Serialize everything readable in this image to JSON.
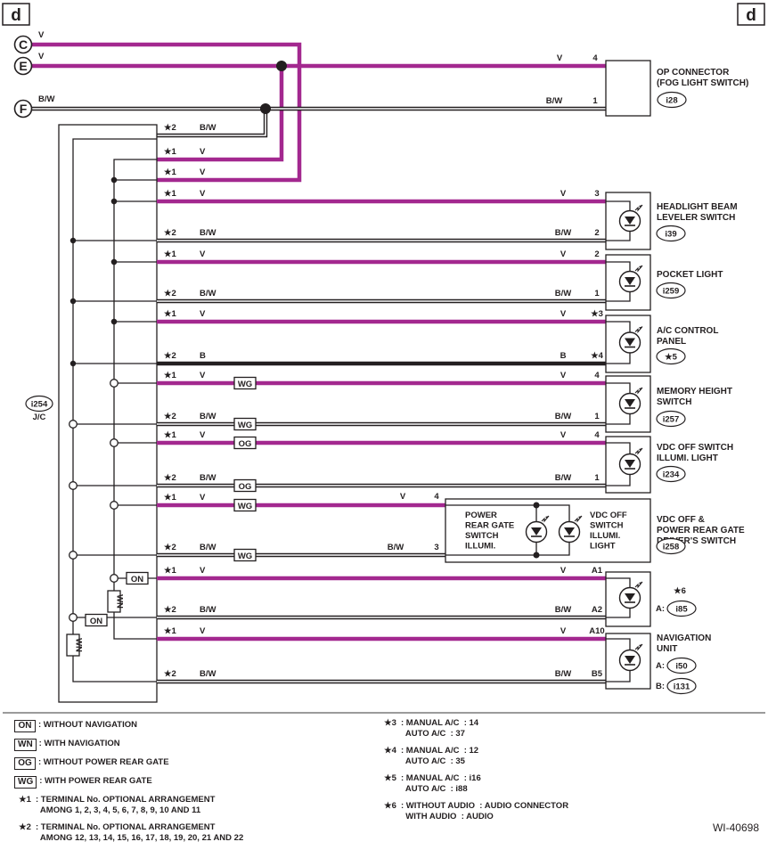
{
  "page_markers": {
    "left": "d",
    "right": "d"
  },
  "inputs": [
    {
      "id": "C",
      "wire": "V"
    },
    {
      "id": "E",
      "wire": "V"
    },
    {
      "id": "F",
      "wire": "B/W"
    }
  ],
  "junction": {
    "connector": "i254",
    "name": "J/C"
  },
  "jc_rows": [
    {
      "star": "★2",
      "wire": "B/W"
    },
    {
      "star": "★1",
      "wire": "V"
    },
    {
      "star": "★1",
      "wire": "V"
    },
    {
      "star": "★1",
      "wire": "V"
    },
    {
      "star": "★2",
      "wire": "B/W"
    },
    {
      "star": "★1",
      "wire": "V"
    },
    {
      "star": "★2",
      "wire": "B/W"
    },
    {
      "star": "★1",
      "wire": "V"
    },
    {
      "star": "★2",
      "wire": "B"
    },
    {
      "star": "★1",
      "wire": "V"
    },
    {
      "star": "★2",
      "wire": "B/W"
    },
    {
      "star": "★1",
      "wire": "V"
    },
    {
      "star": "★2",
      "wire": "B/W"
    },
    {
      "star": "★1",
      "wire": "V"
    },
    {
      "star": "★2",
      "wire": "B/W"
    },
    {
      "star": "★1",
      "wire": "V"
    },
    {
      "star": "★2",
      "wire": "B/W"
    },
    {
      "star": "★1",
      "wire": "V"
    },
    {
      "star": "★2",
      "wire": "B/W"
    }
  ],
  "inline_tags": [
    "WG",
    "WG",
    "OG",
    "OG",
    "WG",
    "WG",
    "ON",
    "ON",
    "WN",
    "WN"
  ],
  "components": [
    {
      "name_lines": [
        "OP CONNECTOR",
        "(FOG LIGHT SWITCH)"
      ],
      "connector": "i28",
      "pins": [
        {
          "wire": "V",
          "pin": "4"
        },
        {
          "wire": "B/W",
          "pin": "1"
        }
      ]
    },
    {
      "name_lines": [
        "HEADLIGHT BEAM",
        "LEVELER SWITCH"
      ],
      "connector": "i39",
      "pins": [
        {
          "wire": "V",
          "pin": "3"
        },
        {
          "wire": "B/W",
          "pin": "2"
        }
      ]
    },
    {
      "name_lines": [
        "POCKET LIGHT"
      ],
      "connector": "i259",
      "pins": [
        {
          "wire": "V",
          "pin": "2"
        },
        {
          "wire": "B/W",
          "pin": "1"
        }
      ]
    },
    {
      "name_lines": [
        "A/C CONTROL",
        "PANEL"
      ],
      "connector": "★5",
      "pins": [
        {
          "wire": "V",
          "pin": "★3"
        },
        {
          "wire": "B",
          "pin": "★4"
        }
      ]
    },
    {
      "name_lines": [
        "MEMORY HEIGHT",
        "SWITCH"
      ],
      "connector": "i257",
      "pins": [
        {
          "wire": "V",
          "pin": "4"
        },
        {
          "wire": "B/W",
          "pin": "1"
        }
      ]
    },
    {
      "name_lines": [
        "VDC OFF SWITCH",
        "ILLUMI. LIGHT"
      ],
      "connector": "i234",
      "pins": [
        {
          "wire": "V",
          "pin": "4"
        },
        {
          "wire": "B/W",
          "pin": "1"
        }
      ]
    },
    {
      "name_lines": [
        "VDC OFF &",
        "POWER REAR GATE",
        "DRIVER'S SWITCH"
      ],
      "connector": "i258",
      "inner_left": [
        "POWER",
        "REAR GATE",
        "SWITCH",
        "ILLUMI."
      ],
      "inner_right": [
        "VDC OFF",
        "SWITCH",
        "ILLUMI.",
        "LIGHT"
      ],
      "pins": [
        {
          "wire": "V",
          "pin": "4"
        },
        {
          "wire": "B/W",
          "pin": "3"
        }
      ]
    },
    {
      "name_lines": [],
      "star": "★6",
      "connector_prefix": "A:",
      "connector": "i85",
      "pins": [
        {
          "wire": "V",
          "pin": "A1"
        },
        {
          "wire": "B/W",
          "pin": "A2"
        }
      ]
    },
    {
      "name_lines": [
        "NAVIGATION",
        "UNIT"
      ],
      "connectors": [
        {
          "prefix": "A:",
          "id": "i50"
        },
        {
          "prefix": "B:",
          "id": "i131"
        }
      ],
      "pins": [
        {
          "wire": "V",
          "pin": "A10"
        },
        {
          "wire": "B/W",
          "pin": "B5"
        }
      ]
    }
  ],
  "legend_left": [
    {
      "key": "ON",
      "text": ": WITHOUT NAVIGATION"
    },
    {
      "key": "WN",
      "text": ": WITH NAVIGATION"
    },
    {
      "key": "OG",
      "text": ": WITHOUT POWER REAR GATE"
    },
    {
      "key": "WG",
      "text": ": WITH POWER REAR GATE"
    },
    {
      "star": "★1",
      "text": ": TERMINAL No. OPTIONAL ARRANGEMENT\n  AMONG 1, 2, 3, 4, 5, 6, 7, 8, 9, 10 AND 11"
    },
    {
      "star": "★2",
      "text": ": TERMINAL No. OPTIONAL ARRANGEMENT\n  AMONG 12, 13, 14, 15, 16, 17, 18, 19, 20, 21 AND 22"
    }
  ],
  "legend_right": [
    {
      "star": "★3",
      "text": ": MANUAL A/C  : 14\n  AUTO A/C  : 37"
    },
    {
      "star": "★4",
      "text": ": MANUAL A/C  : 12\n  AUTO A/C  : 35"
    },
    {
      "star": "★5",
      "text": ": MANUAL A/C  : i16\n  AUTO A/C  : i88"
    },
    {
      "star": "★6",
      "text": ": WITHOUT AUDIO  : AUDIO CONNECTOR\n  WITH AUDIO  : AUDIO"
    }
  ],
  "figure_id": "WI-40698",
  "colors": {
    "violet": "#a3288f",
    "black": "#231f20",
    "grey": "#9d9d9d"
  }
}
